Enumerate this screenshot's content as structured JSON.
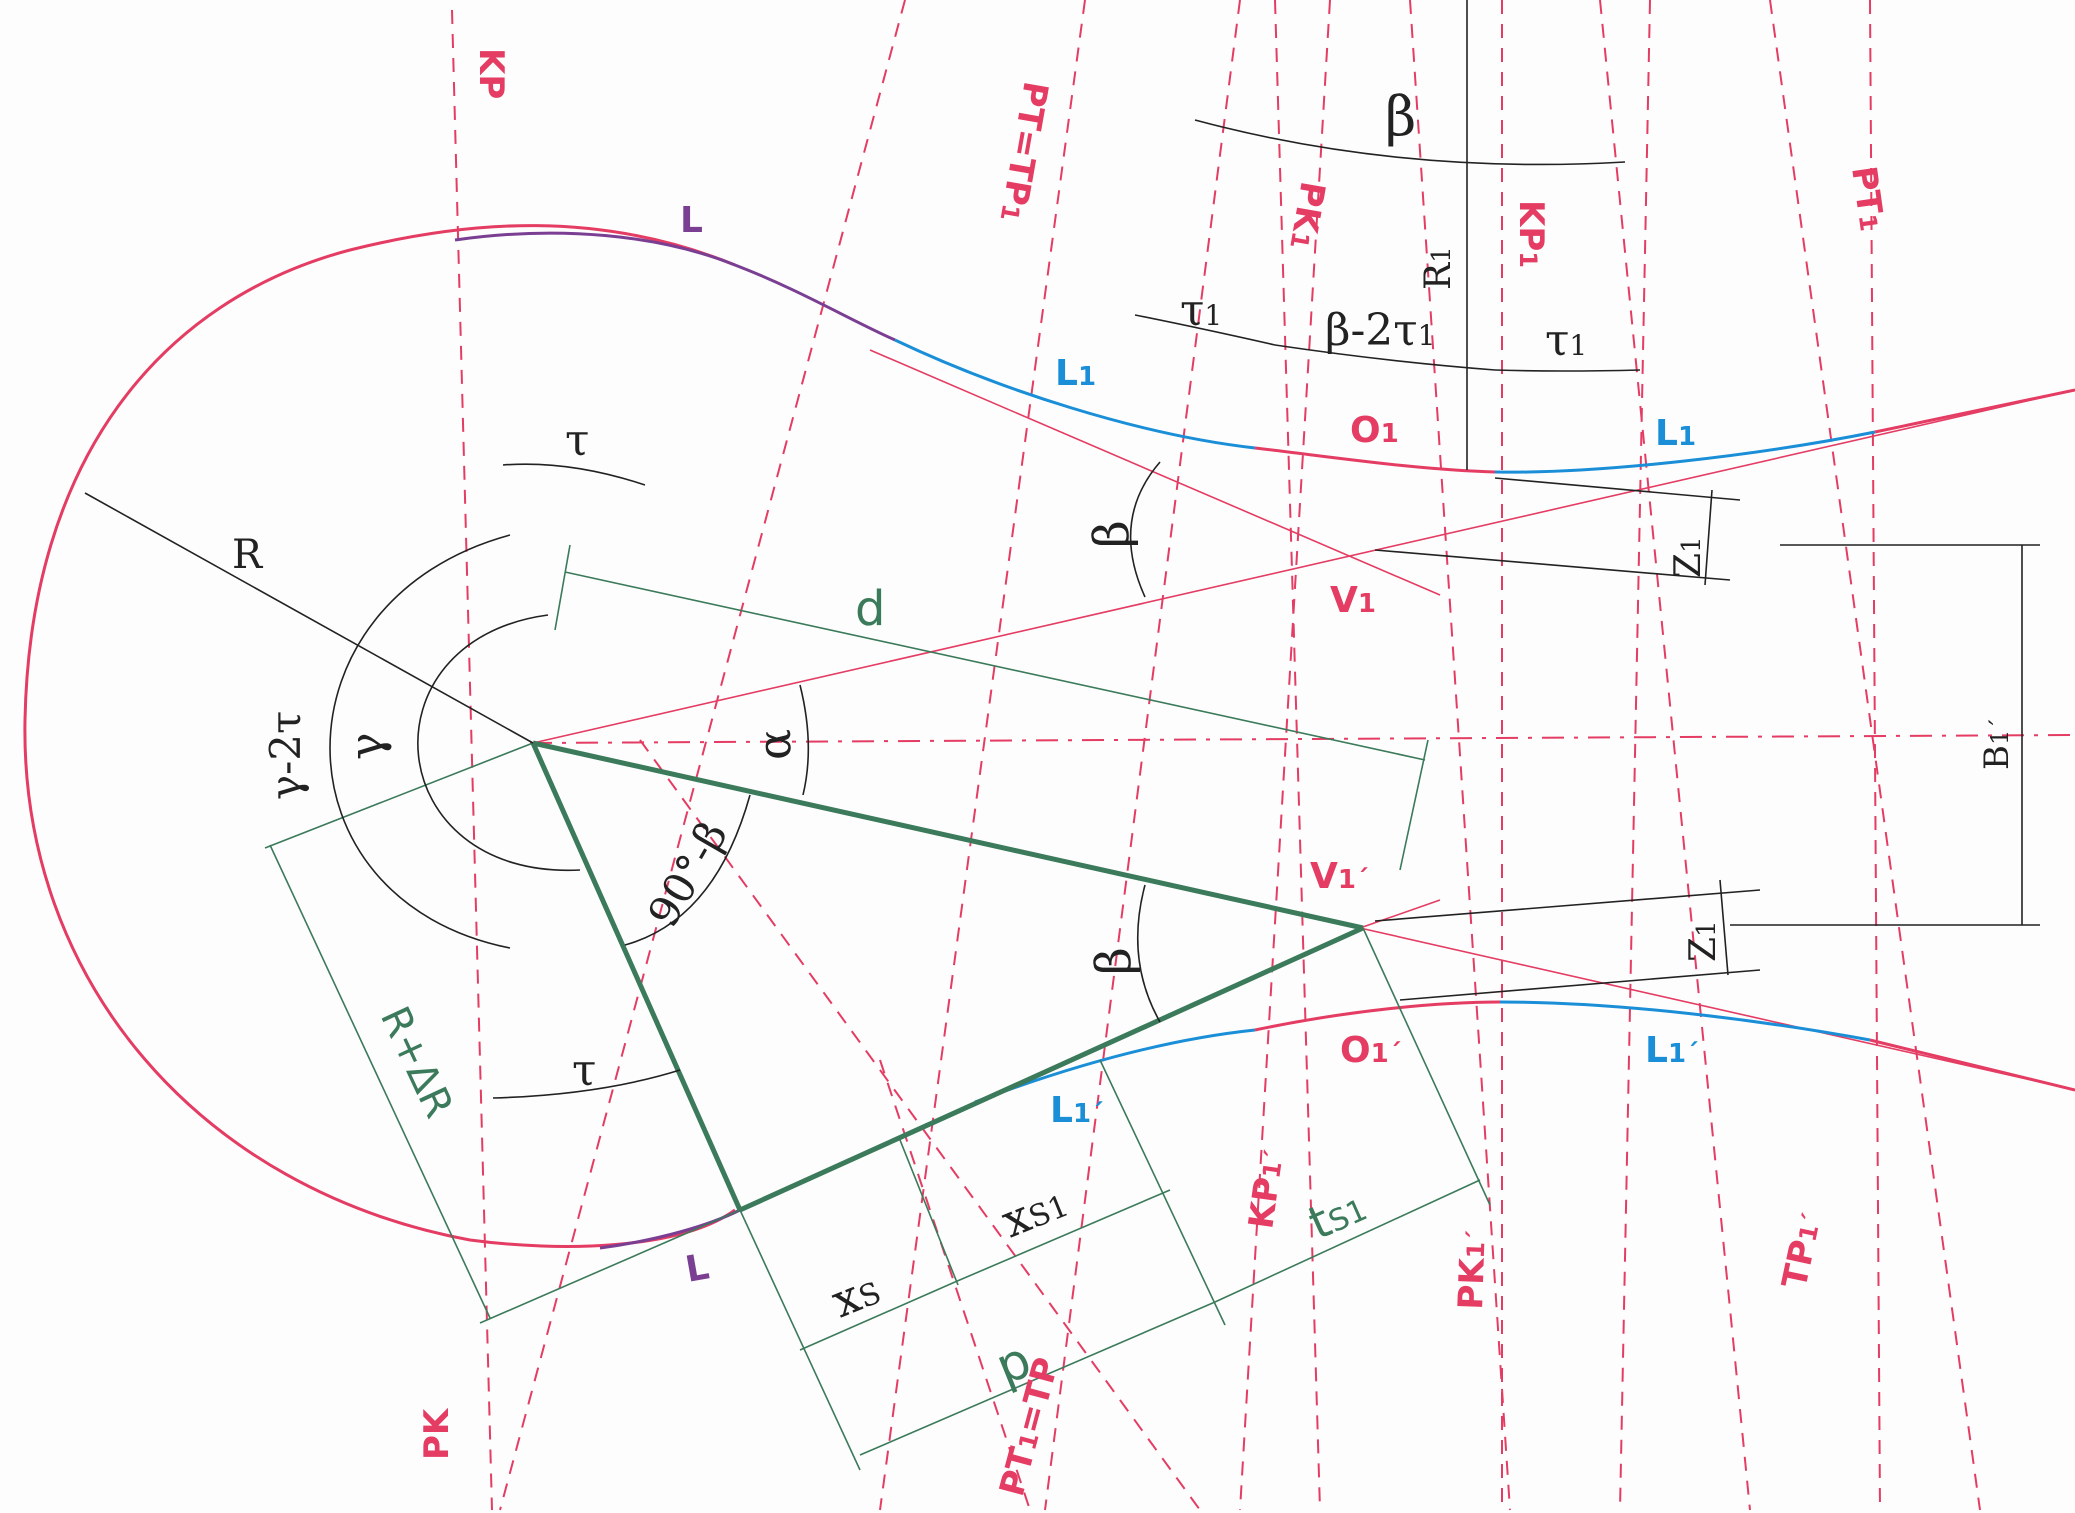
{
  "colors": {
    "curve_red": "#e43c63",
    "curve_blue": "#1a8fd8",
    "curve_purple": "#7a3f93",
    "construction_green": "#3b7a5a",
    "dimension_dark": "#222222"
  },
  "labels": {
    "kp": "KP",
    "pk": "PK",
    "pt_tp1": "PT=TP",
    "pt_tp1_sub": "1",
    "pt1_tp": "PT",
    "pt1_tp_sub": "1",
    "pt1_tp_rest": "=TP",
    "pk1": "PK",
    "pk1_sub": "1",
    "kp1": "KP",
    "kp1_sub": "1",
    "pt1": "PT",
    "pt1_sub": "1",
    "kp1p": "KP",
    "kp1p_sub": "1´",
    "pk1p": "PK",
    "pk1p_sub": "1´",
    "tp1p": "TP",
    "tp1p_sub": "1´",
    "l_top": "L",
    "l_bottom": "L",
    "l1_top": "L",
    "l1_top_sub": "1",
    "o1": "O",
    "o1_sub": "1",
    "l1_right": "L",
    "l1_right_sub": "1",
    "v1": "V",
    "v1_sub": "1",
    "v1p": "V",
    "v1p_sub": "1´",
    "o1p": "O",
    "o1p_sub": "1´",
    "l1p_right": "L",
    "l1p_right_sub": "1´",
    "l1p_left": "L",
    "l1p_left_sub": "1´",
    "beta_top": "β",
    "r1": "R",
    "r1_sub": "1",
    "tau1_left": "τ",
    "tau1_left_sub": "1",
    "beta_minus_2tau1": "β-2τ",
    "beta_minus_2tau1_sub": "1",
    "tau1_right": "τ",
    "tau1_right_sub": "1",
    "tau_top": "τ",
    "r": "R",
    "beta_mid": "β",
    "z1_top": "Z",
    "z1_top_sub": "1",
    "b1p": "B",
    "b1p_sub": "1´",
    "d": "d",
    "alpha": "α",
    "gamma_minus_2tau": "γ-2τ",
    "gamma": "γ",
    "ninety_minus_beta": "90°-β",
    "beta_low": "β",
    "z1_bottom": "Z",
    "z1_bottom_sub": "1",
    "r_plus_dr": "R+ΔR",
    "tau_bottom": "τ",
    "xs": "x",
    "xs_sub": "S",
    "xs1": "x",
    "xs1_sub": "S1",
    "p": "p",
    "ts1": "t",
    "ts1_sub": "S1"
  }
}
